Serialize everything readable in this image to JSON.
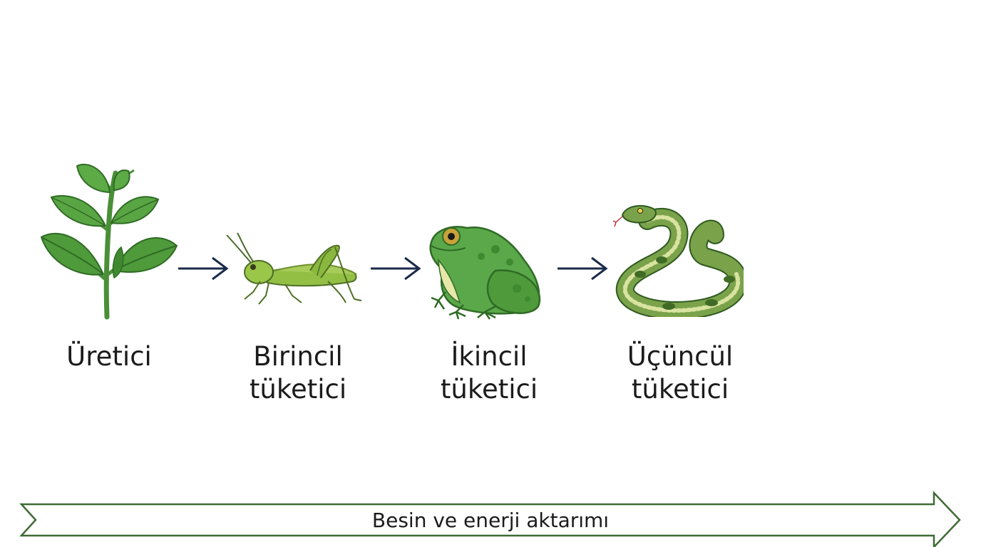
{
  "stages": [
    {
      "name": "plant",
      "label_lines": [
        "Üretici"
      ]
    },
    {
      "name": "grasshopper",
      "label_lines": [
        "Birincil",
        "tüketici"
      ]
    },
    {
      "name": "frog",
      "label_lines": [
        "İkincil",
        "tüketici"
      ]
    },
    {
      "name": "snake",
      "label_lines": [
        "Üçüncül",
        "tüketici"
      ]
    }
  ],
  "banner": {
    "text": "Besin ve enerji aktarımı"
  },
  "colors": {
    "arrow": "#1a2a4a",
    "banner_stroke": "#3f6b35",
    "leaf": "#4f9a3a",
    "leaf_dark": "#2f6b25",
    "grasshopper": "#93bf45",
    "frog": "#5aa84a",
    "snake": "#7aa24a"
  }
}
